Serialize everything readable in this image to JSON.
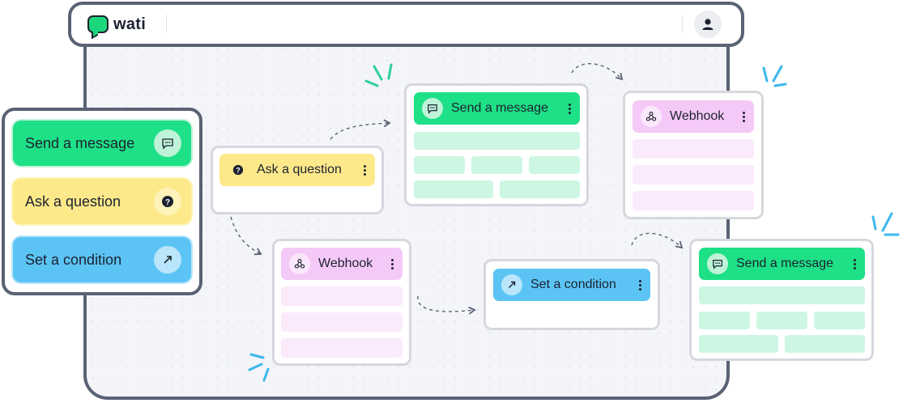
{
  "app": {
    "name": "wati"
  },
  "palette": {
    "items": [
      {
        "label": "Send a message",
        "icon": "chat-icon",
        "color": "#1ee087"
      },
      {
        "label": "Ask a question",
        "icon": "question-icon",
        "color": "#fde98a"
      },
      {
        "label": "Set a condition",
        "icon": "arrow-icon",
        "color": "#5bc4f5"
      }
    ]
  },
  "canvas": {
    "ask_question": {
      "label": "Ask a question",
      "icon": "question-icon"
    },
    "send_message_top": {
      "label": "Send a message",
      "icon": "chat-icon"
    },
    "webhook_top": {
      "label": "Webhook",
      "icon": "webhook-icon"
    },
    "webhook_mid": {
      "label": "Webhook",
      "icon": "webhook-icon"
    },
    "set_condition": {
      "label": "Set a condition",
      "icon": "arrow-icon"
    },
    "send_message_right": {
      "label": "Send a message",
      "icon": "chat-icon"
    }
  },
  "colors": {
    "frame": "#5a6275",
    "brand_green": "#1cd67c",
    "message": "#1ee087",
    "question": "#fde98a",
    "condition": "#5bc4f5",
    "webhook": "#f5c9f7",
    "accent_burst": "#2fd09a",
    "accent_burst_blue": "#3bb8ec"
  }
}
